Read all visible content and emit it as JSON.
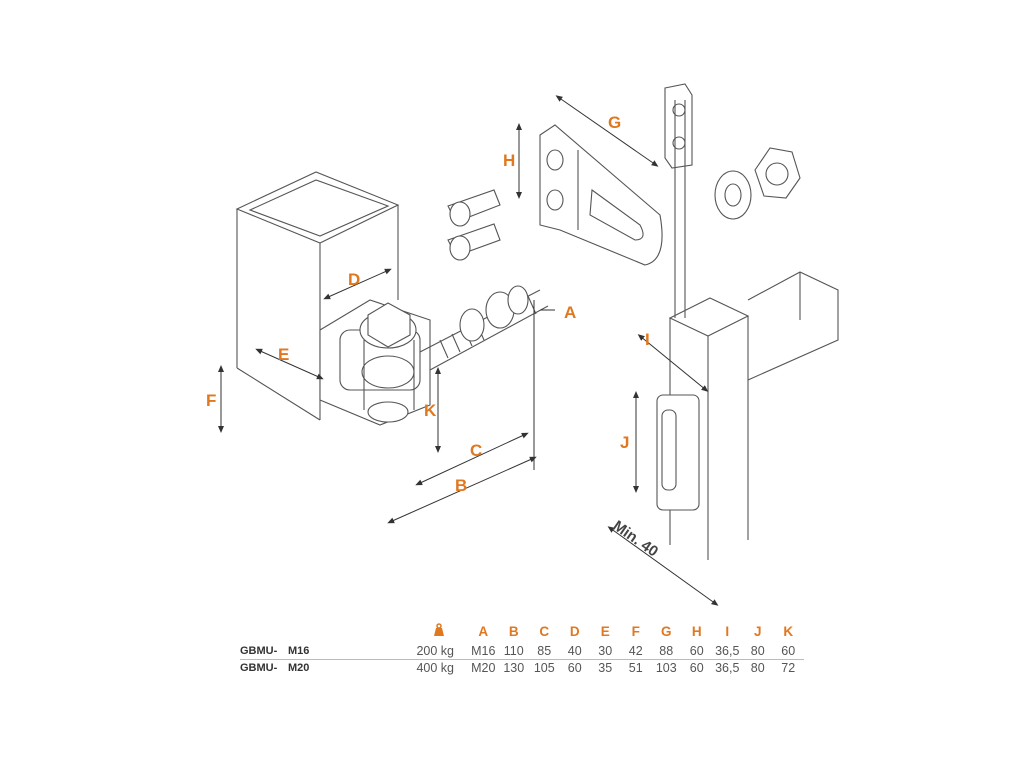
{
  "diagram": {
    "labels": {
      "A": "A",
      "B": "B",
      "C": "C",
      "D": "D",
      "E": "E",
      "F": "F",
      "G": "G",
      "H": "H",
      "I": "I",
      "J": "J",
      "K": "K"
    },
    "min_label": "Min. 40"
  },
  "table": {
    "load_icon": "weight-icon",
    "columns": [
      "A",
      "B",
      "C",
      "D",
      "E",
      "F",
      "G",
      "H",
      "I",
      "J",
      "K"
    ],
    "rows": [
      {
        "model": "GBMU-",
        "size": "M16",
        "load": "200 kg",
        "values": [
          "M16",
          "110",
          "85",
          "40",
          "30",
          "42",
          "88",
          "60",
          "36,5",
          "80",
          "60"
        ]
      },
      {
        "model": "GBMU-",
        "size": "M20",
        "load": "400 kg",
        "values": [
          "M20",
          "130",
          "105",
          "60",
          "35",
          "51",
          "103",
          "60",
          "36,5",
          "80",
          "72"
        ]
      }
    ],
    "accent_color": "#e07820",
    "line_color": "#555555"
  }
}
